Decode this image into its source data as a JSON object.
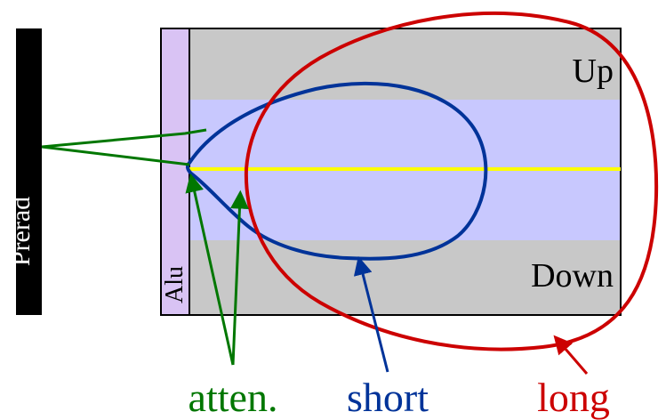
{
  "labels": {
    "preradiator": "Prerad",
    "aluminum": "Alu",
    "up": "Up",
    "down": "Down",
    "attenuated": "atten.",
    "short": "short",
    "long": "long"
  },
  "colors": {
    "preradiator": "#000000",
    "aluminum_fill": "#d9c3f4",
    "gray_region": "#c8c8c8",
    "center_band": "#c8c8fe",
    "axis_line": "#ffff00",
    "short_shower": "#003399",
    "long_shower": "#cc0000",
    "atten_arrow": "#007700",
    "frame": "#000000"
  }
}
